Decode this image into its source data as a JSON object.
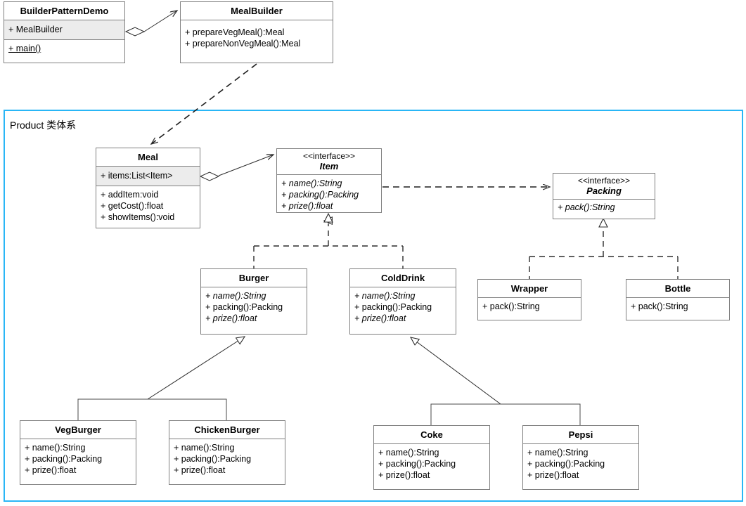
{
  "diagram": {
    "type": "uml-class-diagram",
    "group": {
      "label": "Product 类体系",
      "border_color": "#29b6f6"
    },
    "colors": {
      "box_border": "#7f7f7f",
      "attribute_row_fill": "#ececec",
      "line": "#3c3c3c",
      "group_border": "#29b6f6"
    },
    "classes": [
      {
        "id": "BuilderPatternDemo",
        "name": "BuilderPatternDemo",
        "stereotype": "",
        "attributes": [
          "+ MealBuilder"
        ],
        "methods": [
          "+ main()"
        ]
      },
      {
        "id": "MealBuilder",
        "name": "MealBuilder",
        "stereotype": "",
        "attributes": [],
        "methods": [
          "+ prepareVegMeal():Meal",
          "+ prepareNonVegMeal():Meal"
        ]
      },
      {
        "id": "Meal",
        "name": "Meal",
        "stereotype": "",
        "attributes": [
          "+ items:List<Item>"
        ],
        "methods": [
          "+ addItem:void",
          "+ getCost():float",
          "+ showItems():void"
        ]
      },
      {
        "id": "Item",
        "name": "Item",
        "stereotype": "<<interface>>",
        "attributes": [],
        "methods": [
          "+ name():String",
          "+ packing():Packing",
          "+ prize():float"
        ]
      },
      {
        "id": "Packing",
        "name": "Packing",
        "stereotype": "<<interface>>",
        "attributes": [],
        "methods": [
          "+ pack():String"
        ]
      },
      {
        "id": "Burger",
        "name": "Burger",
        "stereotype": "",
        "attributes": [],
        "methods": [
          "+ name():String",
          "+ packing():Packing",
          "+ prize():float"
        ]
      },
      {
        "id": "ColdDrink",
        "name": "ColdDrink",
        "stereotype": "",
        "attributes": [],
        "methods": [
          "+ name():String",
          "+ packing():Packing",
          "+ prize():float"
        ]
      },
      {
        "id": "Wrapper",
        "name": "Wrapper",
        "stereotype": "",
        "attributes": [],
        "methods": [
          "+ pack():String"
        ]
      },
      {
        "id": "Bottle",
        "name": "Bottle",
        "stereotype": "",
        "attributes": [],
        "methods": [
          "+ pack():String"
        ]
      },
      {
        "id": "VegBurger",
        "name": "VegBurger",
        "stereotype": "",
        "attributes": [],
        "methods": [
          "+ name():String",
          "+ packing():Packing",
          "+ prize():float"
        ]
      },
      {
        "id": "ChickenBurger",
        "name": "ChickenBurger",
        "stereotype": "",
        "attributes": [],
        "methods": [
          "+ name():String",
          "+ packing():Packing",
          "+ prize():float"
        ]
      },
      {
        "id": "Coke",
        "name": "Coke",
        "stereotype": "",
        "attributes": [],
        "methods": [
          "+ name():String",
          "+ packing():Packing",
          "+ prize():float"
        ]
      },
      {
        "id": "Pepsi",
        "name": "Pepsi",
        "stereotype": "",
        "attributes": [],
        "methods": [
          "+ name():String",
          "+ packing():Packing",
          "+ prize():float"
        ]
      }
    ],
    "relations": [
      {
        "from": "BuilderPatternDemo",
        "to": "MealBuilder",
        "kind": "aggregation"
      },
      {
        "from": "MealBuilder",
        "to": "Meal",
        "kind": "dependency"
      },
      {
        "from": "Meal",
        "to": "Item",
        "kind": "aggregation"
      },
      {
        "from": "Item",
        "to": "Packing",
        "kind": "dependency"
      },
      {
        "from": "Burger",
        "to": "Item",
        "kind": "realization"
      },
      {
        "from": "ColdDrink",
        "to": "Item",
        "kind": "realization"
      },
      {
        "from": "Wrapper",
        "to": "Packing",
        "kind": "realization"
      },
      {
        "from": "Bottle",
        "to": "Packing",
        "kind": "realization"
      },
      {
        "from": "VegBurger",
        "to": "Burger",
        "kind": "generalization"
      },
      {
        "from": "ChickenBurger",
        "to": "Burger",
        "kind": "generalization"
      },
      {
        "from": "Coke",
        "to": "ColdDrink",
        "kind": "generalization"
      },
      {
        "from": "Pepsi",
        "to": "ColdDrink",
        "kind": "generalization"
      }
    ]
  }
}
